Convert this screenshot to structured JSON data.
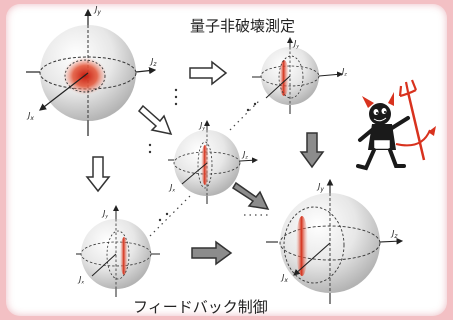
{
  "title_top": "量子非破壊測定",
  "title_bottom": "フィードバック制御",
  "axis_labels": {
    "jx": "J",
    "jx_sub": "x",
    "jy": "J",
    "jy_sub": "y",
    "jz": "J",
    "jz_sub": "z"
  },
  "colors": {
    "background": "#f3c0c4",
    "sphere_light": "#ffffff",
    "sphere_dark": "#b9b9b9",
    "blob": "#d8321e",
    "arrow_white_fill": "#ffffff",
    "arrow_gray_fill": "#8c8c8c",
    "devil_body": "#1a1a1a",
    "devil_red": "#d8321e"
  },
  "icons": {
    "devil": "devil-with-trident-icon"
  }
}
